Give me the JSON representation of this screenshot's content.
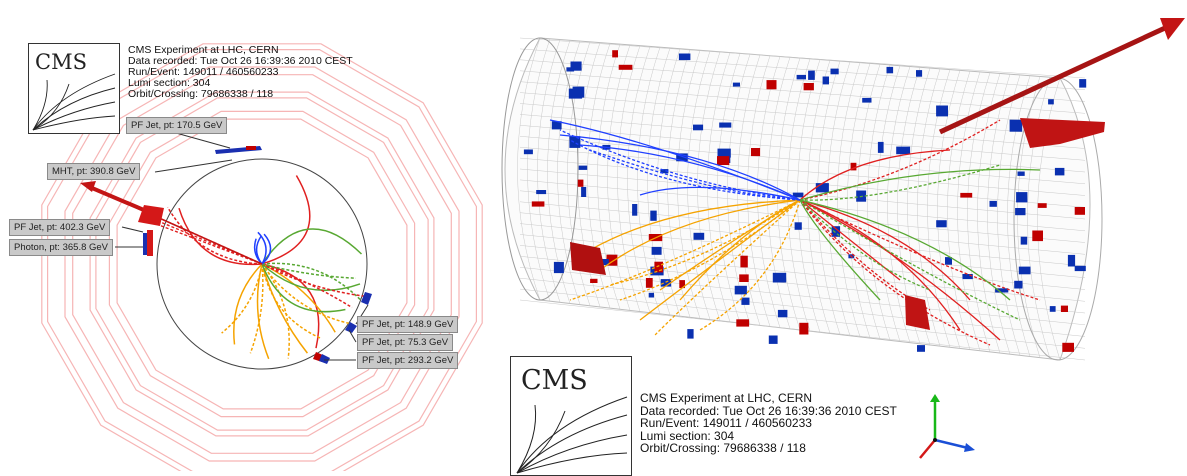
{
  "left_view": {
    "experiment_info": {
      "line1": "CMS Experiment at LHC, CERN",
      "line2": "Data recorded: Tue Oct 26 16:39:36 2010 CEST",
      "line3": "Run/Event: 149011 / 460560233",
      "line4": "Lumi section: 304",
      "line5": "Orbit/Crossing: 79686338 / 118"
    },
    "labels": {
      "jet_top": "PF Jet, pt: 170.5 GeV",
      "mht": "MHT, pt: 390.8 GeV",
      "jet_left": "PF Jet, pt: 402.3 GeV",
      "photon": "Photon, pt: 365.8 GeV",
      "jet_r1": "PF Jet, pt: 148.9 GeV",
      "jet_r2": "PF Jet, pt: 75.3 GeV",
      "jet_r3": "PF Jet, pt: 293.2 GeV"
    }
  },
  "right_view": {
    "experiment_info": {
      "line1": "CMS Experiment at LHC, CERN",
      "line2": "Data recorded: Tue Oct 26 16:39:36 2010 CEST",
      "line3": "Run/Event: 149011 / 460560233",
      "line4": "Lumi section: 304",
      "line5": "Orbit/Crossing: 79686338 / 118"
    }
  },
  "logo_text": "CMS",
  "colors": {
    "muon_ring": "#f6b5b5",
    "track_red": "#e02020",
    "track_orange": "#f5a300",
    "track_green": "#58a832",
    "track_blue": "#2040ff",
    "ecal_red": "#c00000",
    "hcal_blue": "#0a30b0",
    "met_arrow": "#c31414",
    "axis_x": "#1a4fd6",
    "axis_y": "#18b818",
    "axis_z": "#d41818"
  }
}
